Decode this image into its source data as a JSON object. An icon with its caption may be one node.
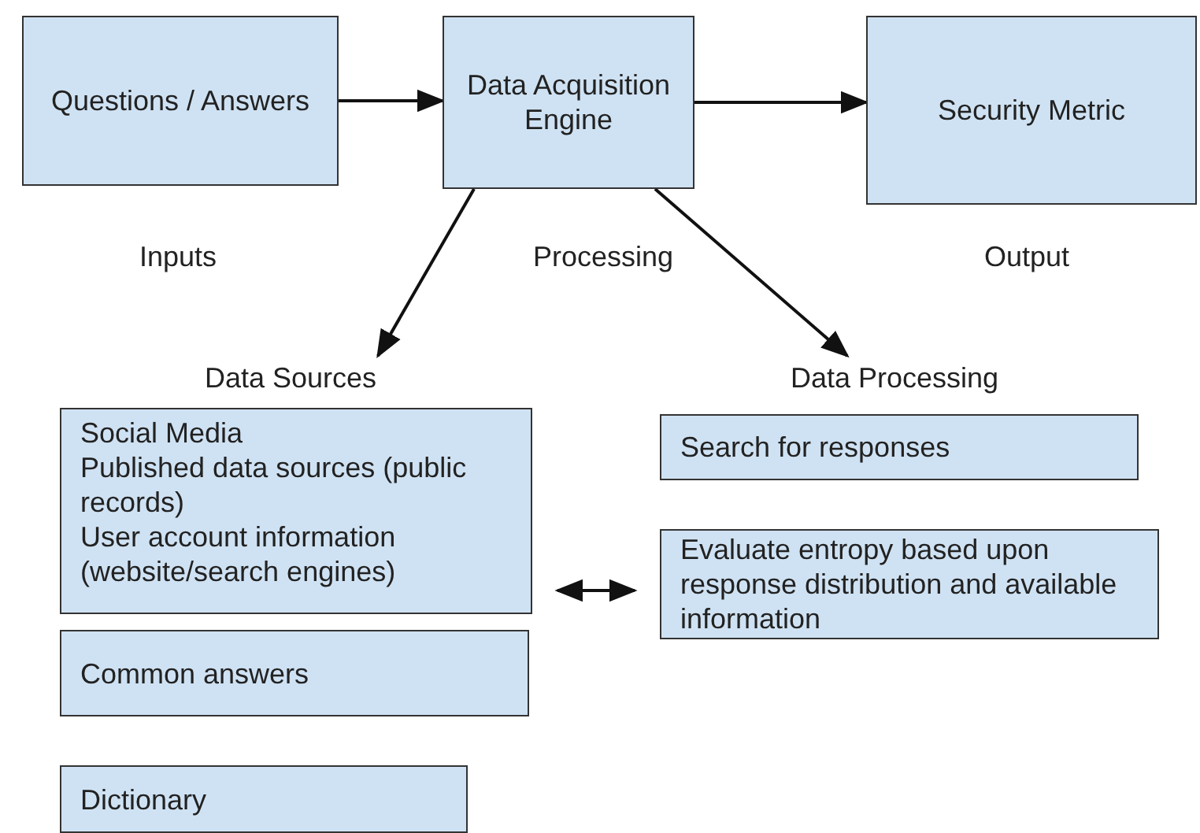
{
  "diagram": {
    "nodes": [
      {
        "text": [
          "Questions / Answers"
        ]
      },
      {
        "text": [
          "Data Acquisition Engine"
        ]
      },
      {
        "text": [
          "Security Metric"
        ]
      },
      {
        "text": [
          "Data Sources"
        ]
      },
      {
        "text": [
          "Social Media",
          "Published data sources (public records)",
          "User account information (website/search engines)"
        ]
      },
      {
        "text": [
          "Common answers"
        ]
      },
      {
        "text": [
          "Dictionary"
        ]
      },
      {
        "text": [
          "Data Processing"
        ]
      },
      {
        "text": [
          "Search for responses"
        ]
      },
      {
        "text": [
          "Evaluate entropy based upon response distribution and available information"
        ]
      }
    ],
    "edges": [
      {
        "from": 0,
        "to": 1,
        "arrow": "to"
      },
      {
        "from": 1,
        "to": 2,
        "arrow": "to"
      },
      {
        "from": 1,
        "to": 3,
        "arrow": "to"
      },
      {
        "from": 1,
        "to": 7,
        "arrow": "to"
      },
      {
        "from": 4,
        "to": 9,
        "arrow": "both"
      }
    ],
    "labels": [
      "Inputs",
      "Processing",
      "Output"
    ]
  }
}
